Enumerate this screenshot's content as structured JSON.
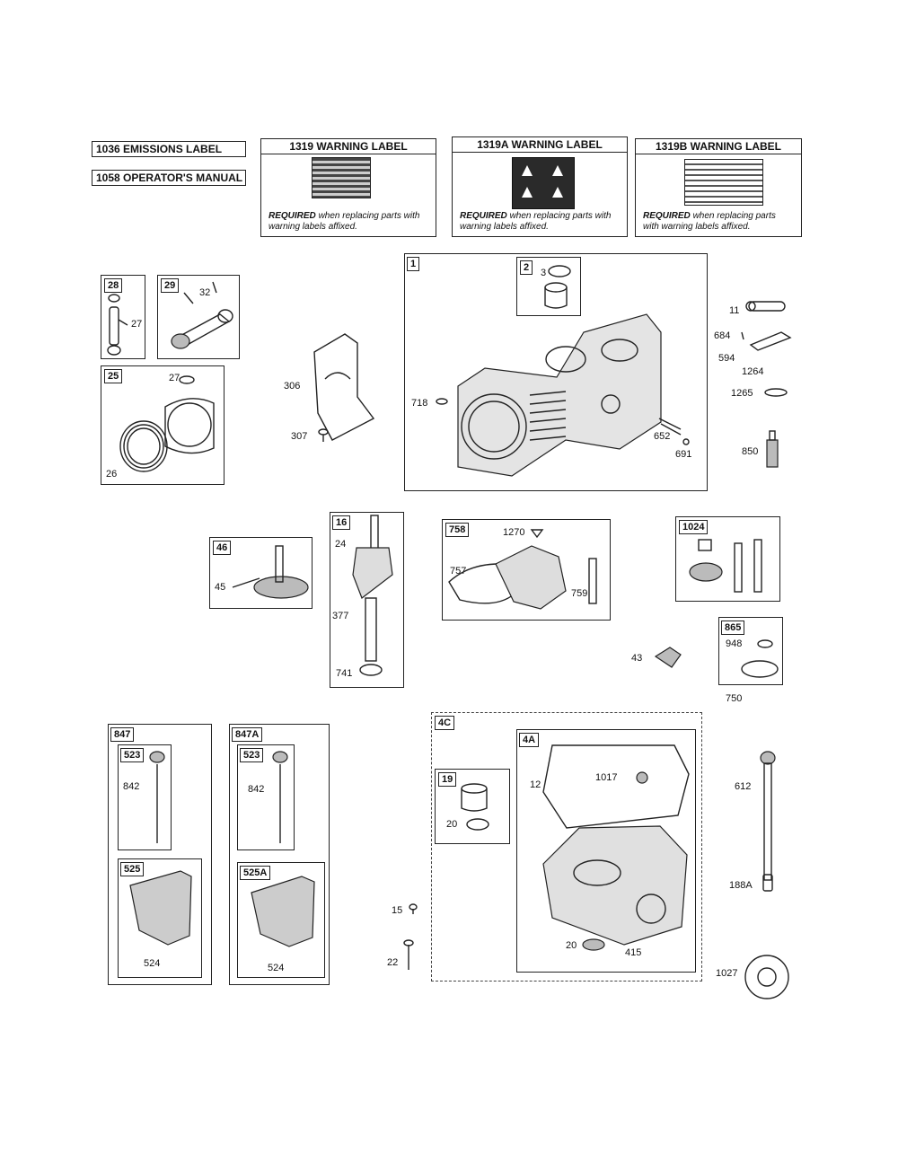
{
  "header_labels": {
    "emissions": "1036 EMISSIONS LABEL",
    "manual": "1058 OPERATOR'S MANUAL"
  },
  "warning_labels": [
    {
      "title": "1319 WARNING LABEL",
      "note_bold": "REQUIRED",
      "note_rest": "when replacing parts with warning labels affixed."
    },
    {
      "title": "1319A WARNING LABEL",
      "note_bold": "REQUIRED",
      "note_rest": "when replacing parts with warning labels affixed."
    },
    {
      "title": "1319B WARNING LABEL",
      "note_bold": "REQUIRED",
      "note_rest": "when replacing parts with warning labels affixed."
    }
  ],
  "groups": {
    "g28": "28",
    "g29": "29",
    "g25": "25",
    "g1": "1",
    "g2": "2",
    "g46": "46",
    "g16": "16",
    "g758": "758",
    "g1024": "1024",
    "g865": "865",
    "g847": "847",
    "g847a": "847A",
    "g523": "523",
    "g523b": "523",
    "g525": "525",
    "g525a": "525A",
    "g4c": "4C",
    "g4a": "4A",
    "g19": "19"
  },
  "callouts": {
    "c27a": "27",
    "c32": "32",
    "c27b": "27",
    "c26": "26",
    "c306": "306",
    "c307": "307",
    "c3": "3",
    "c718": "718",
    "c652": "652",
    "c691": "691",
    "c11": "11",
    "c684": "684",
    "c594": "594",
    "c1264": "1264",
    "c1265": "1265",
    "c850": "850",
    "c45": "45",
    "c24": "24",
    "c377": "377",
    "c741": "741",
    "c1270": "1270",
    "c757": "757",
    "c759": "759",
    "c43": "43",
    "c948": "948",
    "c750": "750",
    "c842a": "842",
    "c524a": "524",
    "c842b": "842",
    "c524b": "524",
    "c15": "15",
    "c22": "22",
    "c12": "12",
    "c1017": "1017",
    "c20a": "20",
    "c20b": "20",
    "c415": "415",
    "c612": "612",
    "c188a": "188A",
    "c1027": "1027"
  }
}
